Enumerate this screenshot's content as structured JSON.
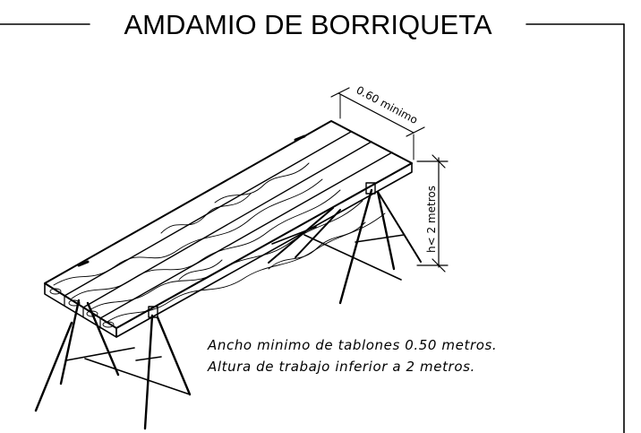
{
  "title": "AMDAMIO DE BORRIQUETA",
  "dimensions": {
    "width": "0.60 minimo",
    "height": "h< 2 metros"
  },
  "notes": [
    "Ancho minimo de tablones 0.50 metros.",
    "Altura de trabajo inferior a 2 metros."
  ]
}
